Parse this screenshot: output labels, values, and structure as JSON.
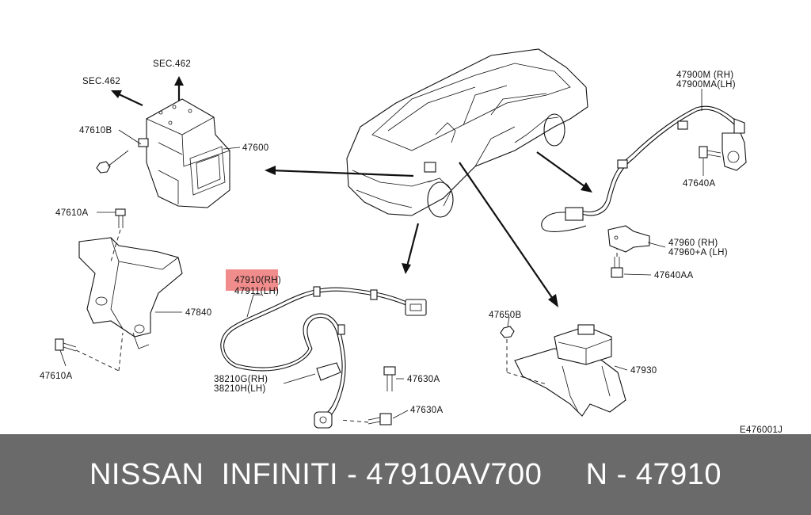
{
  "labels": {
    "sec462_top": "SEC.462",
    "sec462_left": "SEC.462",
    "p47610B": "47610B",
    "p47600": "47600",
    "p47610A_top": "47610A",
    "p47840": "47840",
    "p47610A_bottom": "47610A",
    "p47910_rh": "47910(RH)",
    "p47911_lh": "47911(LH)",
    "p38210G_rh": "38210G(RH)",
    "p38210H_lh": "38210H(LH)",
    "p47630A_1": "47630A",
    "p47630A_2": "47630A",
    "p47900M_rh": "47900M (RH)",
    "p47900MA_lh": "47900MA(LH)",
    "p47640A": "47640A",
    "p47960_rh": "47960   (RH)",
    "p47960A_lh": "47960+A (LH)",
    "p47640AA": "47640AA",
    "p47650B": "47650B",
    "p47930": "47930",
    "diagram_code": "E476001J"
  },
  "colors": {
    "highlight": "#f08080",
    "footer_bg": "#6a6a6a"
  },
  "footer": {
    "text": "NISSAN  INFINITI - 47910AV700     N - 47910"
  }
}
